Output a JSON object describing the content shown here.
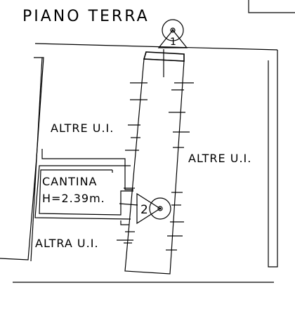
{
  "title": "PIANO TERRA",
  "labels": {
    "altre_ui_left": "ALTRE U.I.",
    "altre_ui_right": "ALTRE U.I.",
    "altra_ui": "ALTRA U.I.",
    "cantina": "CANTINA",
    "cantina_height": "H=2.39m."
  },
  "viewpoints": [
    {
      "number": "1"
    },
    {
      "number": "2"
    }
  ],
  "colors": {
    "line": "#000000",
    "background": "#ffffff"
  }
}
